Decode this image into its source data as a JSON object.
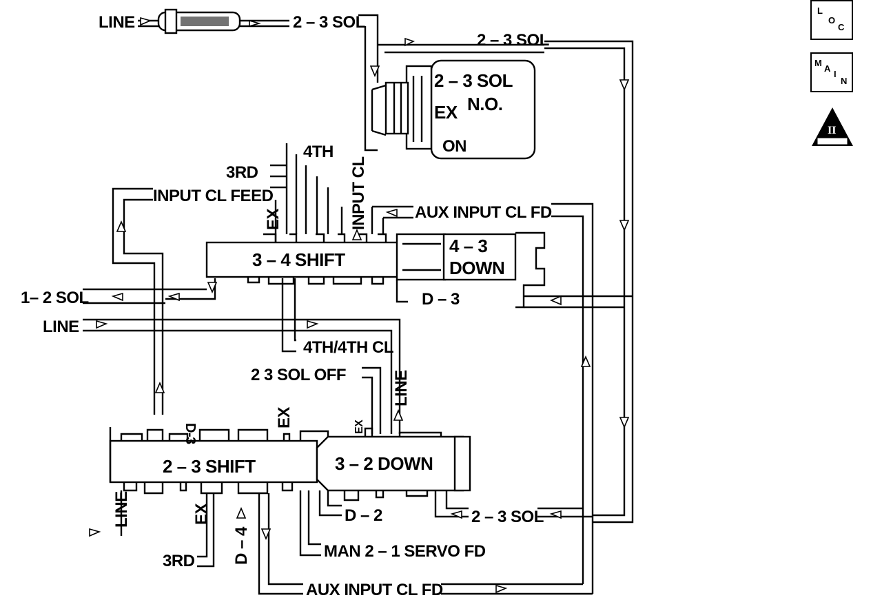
{
  "labels": {
    "line_top": "LINE",
    "sol23_top": "2 – 3 SOL",
    "sol23_right": "2 – 3 SOL",
    "sol23_title": "2 – 3 SOL",
    "no": "N.O.",
    "ex_sol": "EX",
    "on": "ON",
    "fourth": "4TH",
    "third": "3RD",
    "input_cl_feed": "INPUT CL FEED",
    "ex_vert": "EX",
    "input_cl": "INPUT CL",
    "aux_input_top": "AUX INPUT CL FD",
    "shift34": "3 – 4 SHIFT",
    "down43_a": "4 – 3",
    "down43_b": "DOWN",
    "sol12": "1– 2 SOL",
    "d3": "D – 3",
    "line_mid": "LINE",
    "fourth_cl": "4TH/4TH CL",
    "sol23_off": "2    3 SOL OFF",
    "line_vert": "LINE",
    "d3_vert": "D-3",
    "ex_2": "EX",
    "ex_3": "EX",
    "shift23": "2 – 3 SHIFT",
    "down32": "3 – 2 DOWN",
    "line_bottom": "LINE",
    "ex_bottom": "EX",
    "d4": "D – 4",
    "d2": "D – 2",
    "sol23_bottom": "2 – 3 SOL",
    "man21": "MAN 2 – 1 SERVO FD",
    "third_bottom": "3RD",
    "aux_input_bottom": "AUX INPUT CL FD"
  },
  "badges": {
    "loc": [
      "L",
      "O",
      "C"
    ],
    "main": [
      "M",
      "A",
      "I",
      "N"
    ],
    "tri": "II"
  }
}
